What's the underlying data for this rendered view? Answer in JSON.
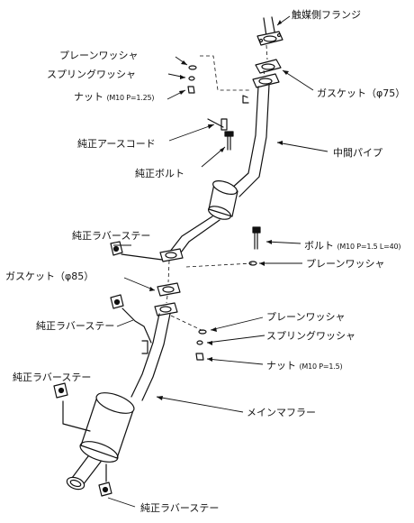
{
  "labels": {
    "flange": "触媒側フランジ",
    "plain_washer_top": "プレーンワッシャ",
    "spring_washer_top": "スプリングワッシャ",
    "nut_top": "ナット",
    "nut_top_spec": "(M10 P=1.25)",
    "gasket_75": "ガスケット（φ75）",
    "earth_cord": "純正アースコード",
    "center_pipe": "中間パイプ",
    "genuine_bolt": "純正ボルト",
    "rubber_stay_1": "純正ラバーステー",
    "bolt": "ボルト",
    "bolt_spec": "(M10 P=1.5 L=40)",
    "plain_washer_mid": "プレーンワッシャ",
    "gasket_85": "ガスケット（φ85）",
    "rubber_stay_2": "純正ラバーステー",
    "plain_washer_low": "プレーンワッシャ",
    "spring_washer_low": "スプリングワッシャ",
    "nut_low": "ナット",
    "nut_low_spec": "(M10 P=1.5)",
    "rubber_stay_3": "純正ラバーステー",
    "main_muffler": "メインマフラー",
    "rubber_stay_4": "純正ラバーステー"
  }
}
